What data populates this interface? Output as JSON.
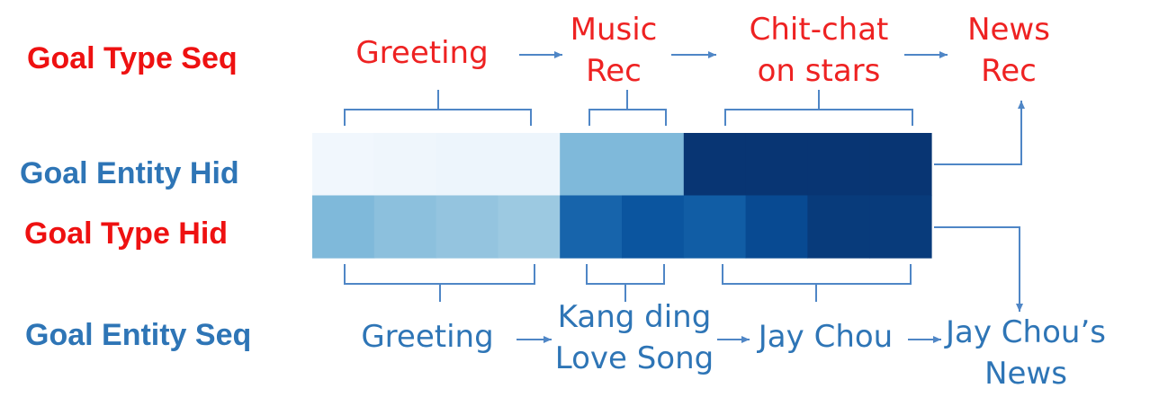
{
  "labels": {
    "goal_type_seq": "Goal Type Seq",
    "goal_entity_hid": "Goal Entity Hid",
    "goal_type_hid": "Goal  Type Hid",
    "goal_entity_seq": "Goal Entity Seq"
  },
  "goal_type_seq": {
    "n1": [
      "Greeting"
    ],
    "n2": [
      "Music",
      "Rec"
    ],
    "n3": [
      "Chit-chat",
      "on stars"
    ],
    "n4": [
      "News",
      "Rec"
    ]
  },
  "goal_entity_seq": {
    "n1": [
      "Greeting"
    ],
    "n2": [
      "Kang ding",
      "Love Song"
    ],
    "n3": [
      "Jay Chou"
    ],
    "n4": [
      "Jay Chou’s",
      "News"
    ]
  },
  "chart_data": {
    "type": "heatmap",
    "rows": [
      "Goal Entity Hid",
      "Goal  Type Hid"
    ],
    "values": [
      [
        0.03,
        0.04,
        0.05,
        0.05,
        0.45,
        0.45,
        0.98,
        0.98,
        0.98,
        0.98
      ],
      [
        0.45,
        0.42,
        0.4,
        0.38,
        0.8,
        0.86,
        0.83,
        0.9,
        0.96,
        0.96
      ]
    ],
    "colormap": "Blues",
    "colors": {
      "red_text": "#ee1111",
      "blue_text": "#2e75b6",
      "arrow": "#4f86c6",
      "brace": "#4f86c6"
    }
  }
}
